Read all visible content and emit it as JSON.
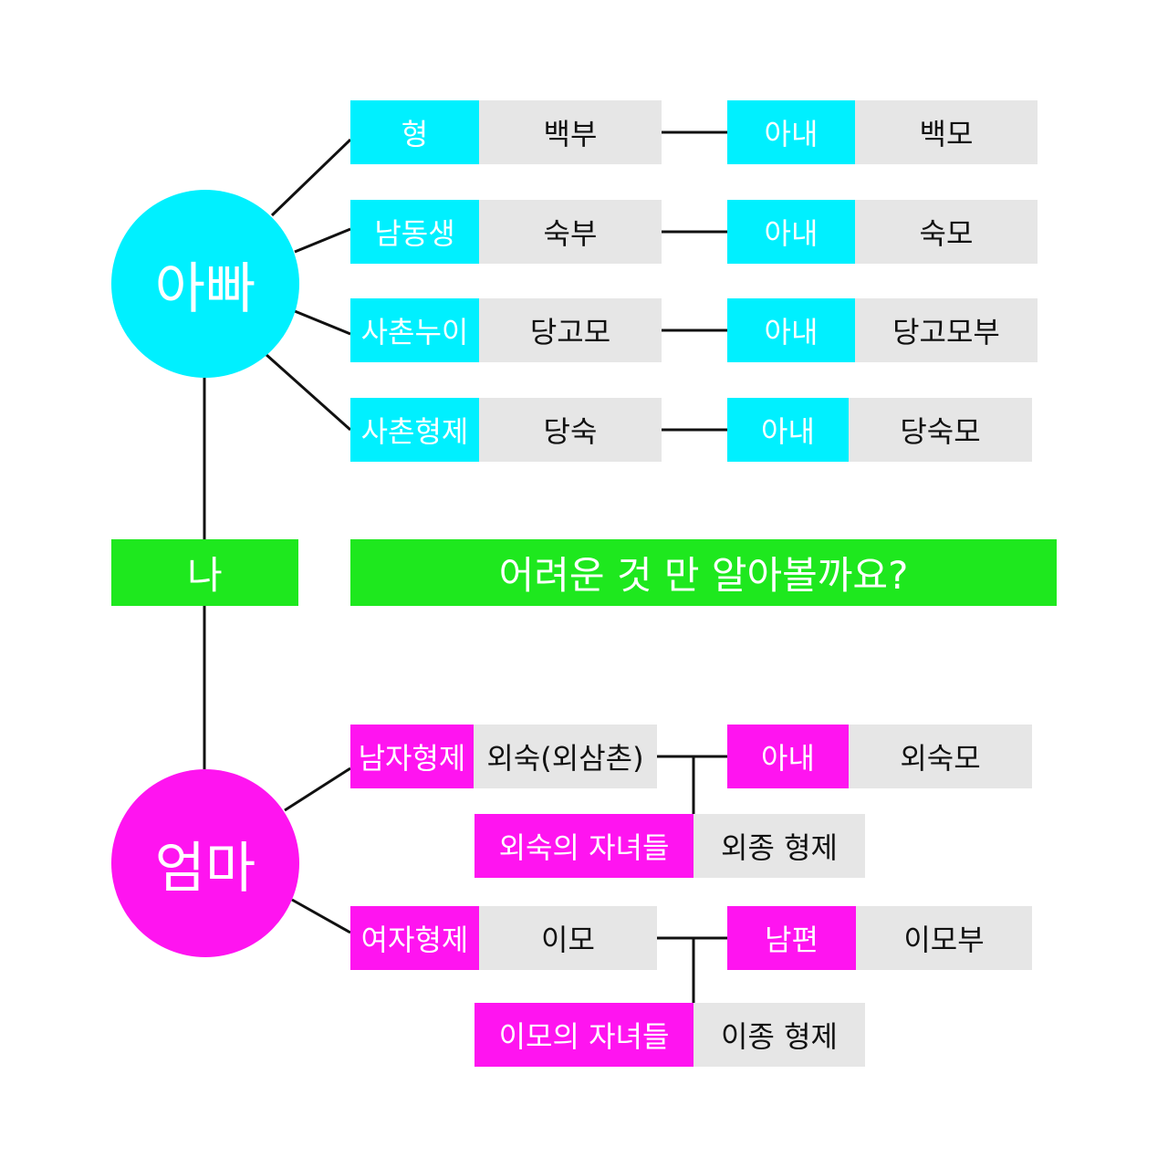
{
  "nodes": {
    "dad": "아빠",
    "mom": "엄마",
    "me": "나"
  },
  "banner": "어려운 것 만 알아볼까요?",
  "dad_side": [
    {
      "relation": "형",
      "title": "백부",
      "spouse_relation": "아내",
      "spouse_title": "백모"
    },
    {
      "relation": "남동생",
      "title": "숙부",
      "spouse_relation": "아내",
      "spouse_title": "숙모"
    },
    {
      "relation": "사촌누이",
      "title": "당고모",
      "spouse_relation": "아내",
      "spouse_title": "당고모부"
    },
    {
      "relation": "사촌형제",
      "title": "당숙",
      "spouse_relation": "아내",
      "spouse_title": "당숙모"
    }
  ],
  "mom_side": [
    {
      "relation": "남자형제",
      "title": "외숙(외삼촌)",
      "spouse_relation": "아내",
      "spouse_title": "외숙모",
      "children_relation": "외숙의 자녀들",
      "children_title": "외종 형제"
    },
    {
      "relation": "여자형제",
      "title": "이모",
      "spouse_relation": "남편",
      "spouse_title": "이모부",
      "children_relation": "이모의 자녀들",
      "children_title": "이종 형제"
    }
  ],
  "colors": {
    "dad": "#00f0ff",
    "mom": "#ff14f0",
    "me": "#1ee81e",
    "title_bg": "#e6e6e6"
  }
}
